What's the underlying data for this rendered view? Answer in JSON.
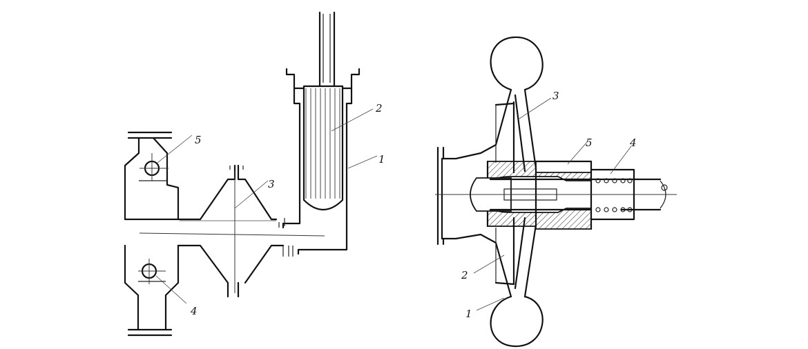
{
  "left_diagram": {
    "labels": {
      "l1": "1",
      "l2": "2",
      "l3": "3",
      "l4": "4",
      "l5": "5"
    }
  },
  "right_diagram": {
    "labels": {
      "l1": "1",
      "l2": "2",
      "l3": "3",
      "l4": "4",
      "l5": "5"
    }
  }
}
